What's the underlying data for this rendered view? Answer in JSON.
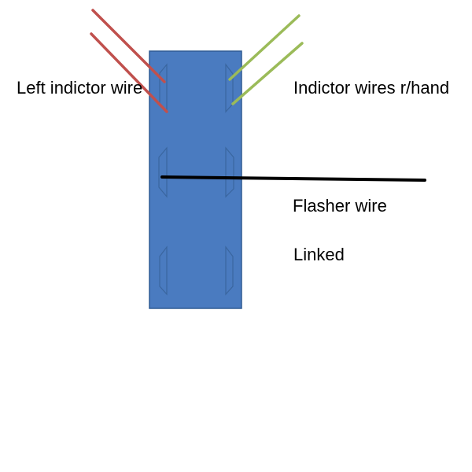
{
  "labels": {
    "left_wire": "Left indictor wire",
    "right_wires": "Indictor wires r/hand",
    "flasher_wire": "Flasher wire",
    "linked": "Linked"
  },
  "colors": {
    "switch_body": "#4a7bc0",
    "switch_border": "#2f5b94",
    "terminal": "#3a669f",
    "left_wire": "#c0504d",
    "right_wire": "#9bbb59",
    "flasher_wire": "#000000"
  }
}
